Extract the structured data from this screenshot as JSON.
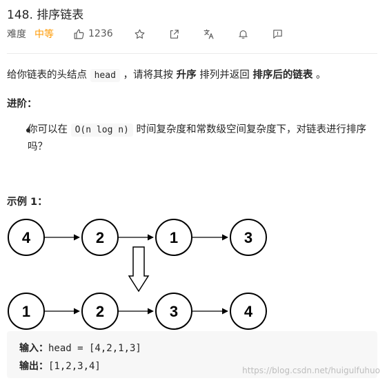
{
  "problem": {
    "title": "148. 排序链表",
    "difficulty_label": "难度",
    "difficulty": "中等",
    "likes": "1236"
  },
  "toolbar": {
    "icons": [
      "thumbs-up-icon",
      "star-icon",
      "share-icon",
      "translate-icon",
      "bell-icon",
      "comment-icon"
    ]
  },
  "description": {
    "part1": "给你链表的头结点 ",
    "code_head": "head",
    "part2": " ，请将其按 ",
    "bold1": "升序",
    "part3": " 排列并返回 ",
    "bold2": "排序后的链表",
    "part4": " 。"
  },
  "advanced": {
    "heading": "进阶：",
    "text_before": "你可以在 ",
    "code": "O(n log n)",
    "text_after": " 时间复杂度和常数级空间复杂度下，对链表进行排序吗？"
  },
  "example": {
    "heading": "示例 1：",
    "diagram": {
      "before": [
        "4",
        "2",
        "1",
        "3"
      ],
      "after": [
        "1",
        "2",
        "3",
        "4"
      ]
    },
    "input_label": "输入：",
    "input_value": "head = [4,2,1,3]",
    "output_label": "输出：",
    "output_value": "[1,2,3,4]"
  },
  "watermark": "https://blog.csdn.net/huigulfuhuo",
  "colors": {
    "difficulty": "#ff9900",
    "text": "#262626",
    "codebg": "#f7f7f7"
  }
}
